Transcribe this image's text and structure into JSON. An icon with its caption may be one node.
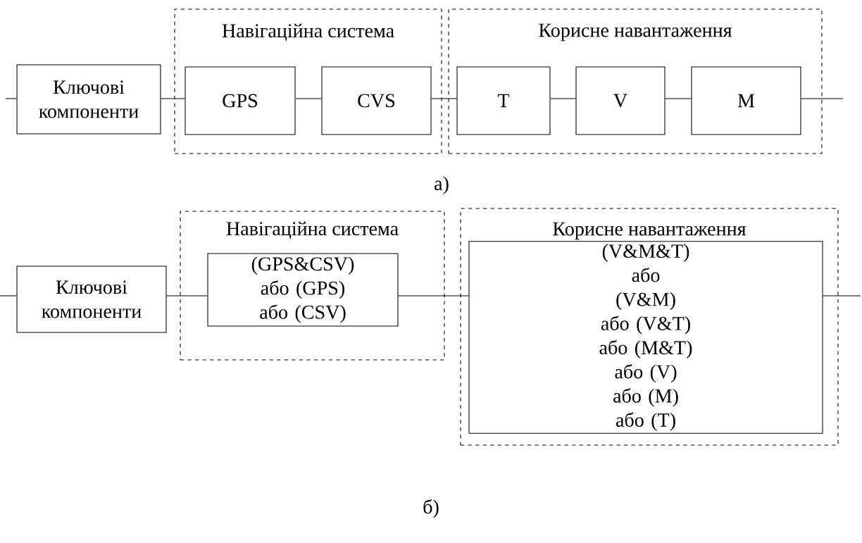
{
  "diagram": {
    "nodes": [
      {
        "text": [
          "Навігаційна система"
        ]
      },
      {
        "text": [
          "Корисне навантаження"
        ]
      },
      {
        "text": [
          "Ключові компоненти"
        ]
      },
      {
        "text": [
          "GPS"
        ],
        "in": 0
      },
      {
        "text": [
          "CVS"
        ],
        "in": 0
      },
      {
        "text": [
          "T"
        ],
        "in": 1
      },
      {
        "text": [
          "V"
        ],
        "in": 1
      },
      {
        "text": [
          "M"
        ],
        "in": 1
      },
      {
        "text": [
          "Навігаційна система"
        ]
      },
      {
        "text": [
          "Корисне навантаження"
        ]
      },
      {
        "text": [
          "Ключові компоненти"
        ]
      },
      {
        "text": [
          "(GPS&CSV) або (GPS) або (CSV)"
        ],
        "in": 8
      },
      {
        "text": [
          "(V&M&T) або (V&M) або (V&T) або (M&T) або (V) або (M) або (T)"
        ],
        "in": 9
      }
    ],
    "edges": [
      {
        "from": null,
        "to": 2,
        "arrow": "none"
      },
      {
        "from": 2,
        "to": 3,
        "arrow": "none"
      },
      {
        "from": 3,
        "to": 4,
        "arrow": "none"
      },
      {
        "from": 4,
        "to": 5,
        "arrow": "none"
      },
      {
        "from": 5,
        "to": 6,
        "arrow": "none"
      },
      {
        "from": 6,
        "to": 7,
        "arrow": "none"
      },
      {
        "from": 7,
        "to": null,
        "arrow": "none"
      },
      {
        "from": null,
        "to": 10,
        "arrow": "none"
      },
      {
        "from": 10,
        "to": 11,
        "arrow": "none"
      },
      {
        "from": 11,
        "to": 12,
        "arrow": "none"
      },
      {
        "from": 12,
        "to": null,
        "arrow": "none"
      }
    ],
    "labels": [
      "а)",
      "б)"
    ]
  }
}
